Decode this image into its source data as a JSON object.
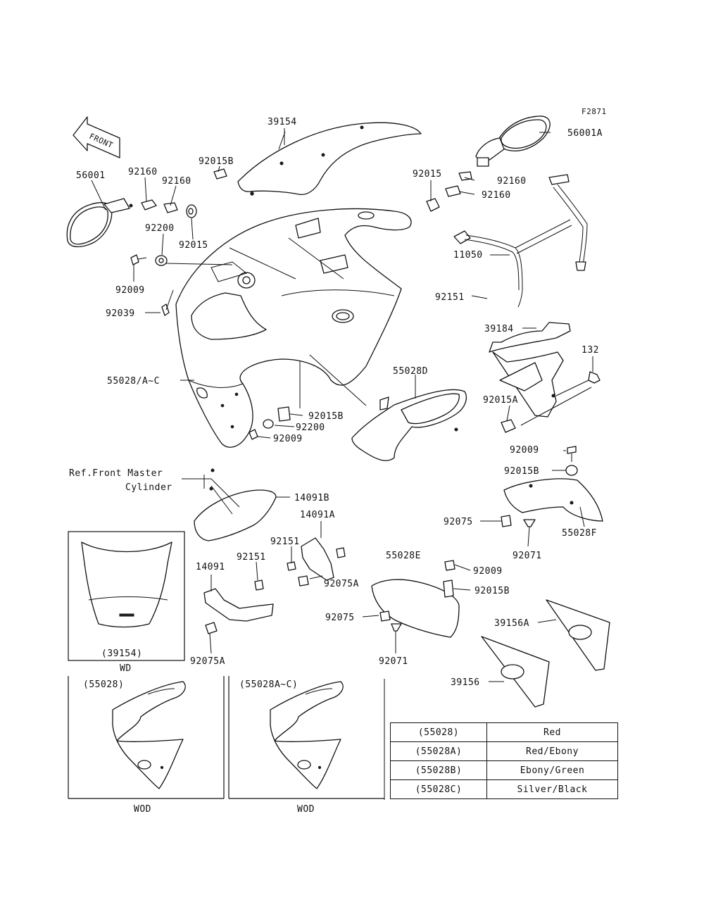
{
  "figure_code": "F2871",
  "front_label": "FRONT",
  "parts": {
    "p39154": "39154",
    "p56001A": "56001A",
    "p56001": "56001",
    "p92160_a": "92160",
    "p92160_b": "92160",
    "p92015B_a": "92015B",
    "p92015_a": "92015",
    "p92160_c": "92160",
    "p92160_d": "92160",
    "p92200_a": "92200",
    "p92015_b": "92015",
    "p11050": "11050",
    "p92009_a": "92009",
    "p92151_a": "92151",
    "p92039": "92039",
    "p39184": "39184",
    "p132": "132",
    "p55028AC": "55028/A~C",
    "p55028D": "55028D",
    "p92015A": "92015A",
    "p92015B_b": "92015B",
    "p92200_b": "92200",
    "p92009_b": "92009",
    "p92009_c": "92009",
    "p92015B_c": "92015B",
    "ref_line1": "Ref.Front Master",
    "ref_line2": "Cylinder",
    "p14091B": "14091B",
    "p14091A": "14091A",
    "p92075_a": "92075",
    "p55028F": "55028F",
    "p92071_a": "92071",
    "p92151_b": "92151",
    "p55028E": "55028E",
    "p92009_d": "92009",
    "p14091": "14091",
    "p92151_c": "92151",
    "p92075A_a": "92075A",
    "p92015B_d": "92015B",
    "p92075_b": "92075",
    "p92075A_b": "92075A",
    "p39156A": "39156A",
    "p92071_b": "92071",
    "p39156": "39156"
  },
  "insets": {
    "wd_caption": "(39154)",
    "wd_label": "WD",
    "wod1_caption": "(55028)",
    "wod1_label": "WOD",
    "wod2_caption": "(55028A~C)",
    "wod2_label": "WOD"
  },
  "color_table": [
    {
      "code": "(55028)",
      "color": "Red"
    },
    {
      "code": "(55028A)",
      "color": "Red/Ebony"
    },
    {
      "code": "(55028B)",
      "color": "Ebony/Green"
    },
    {
      "code": "(55028C)",
      "color": "Silver/Black"
    }
  ]
}
